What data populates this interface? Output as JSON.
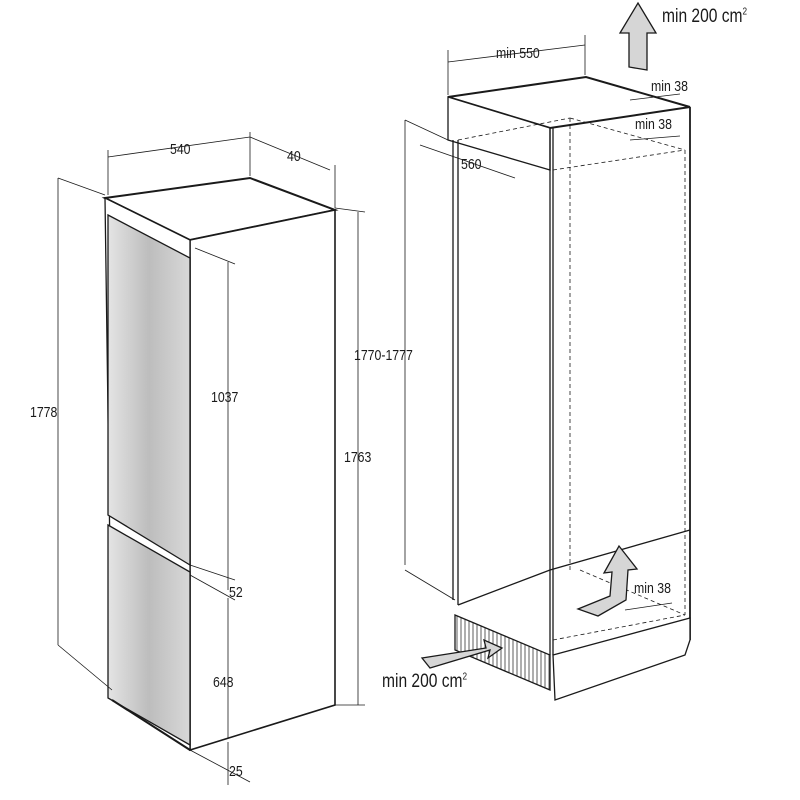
{
  "left_appliance": {
    "width": "540",
    "depth_offset": "40",
    "total_height": "1778",
    "upper_door_height": "1037",
    "body_height": "1763",
    "door_gap": "52",
    "lower_door_height": "648",
    "bottom_offset": "25"
  },
  "right_cabinet": {
    "top_vent_area": "min 200 cm",
    "top_vent_area_sup": "2",
    "niche_width": "min 550",
    "top_clearance_1": "min 38",
    "top_clearance_2": "min 38",
    "niche_depth": "560",
    "niche_height": "1770-1777",
    "bottom_clearance": "min 38",
    "bottom_vent_area": "min 200 cm",
    "bottom_vent_area_sup": "2"
  },
  "colors": {
    "line": "#1a1a1a",
    "door_fill": "#c9c9c9",
    "arrow_fill": "#d6d6d6"
  }
}
